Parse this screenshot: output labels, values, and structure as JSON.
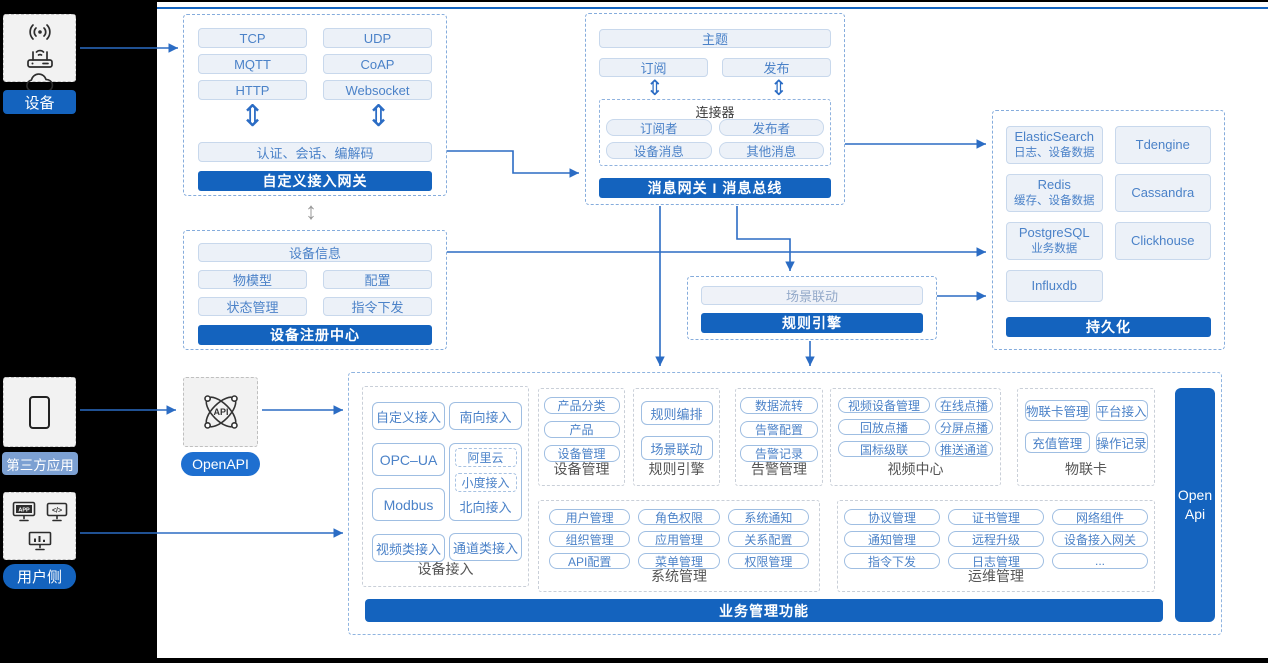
{
  "palette": {
    "accent_blue": "#1463BE",
    "arrow_blue": "#2B6CC4",
    "item_text_blue": "#4B82C8",
    "light_fill": "#ECF1F8",
    "src_pill_light": "#7CA0D2"
  },
  "icons": {
    "ud_double": "⇕",
    "ud": "↕"
  },
  "sources": [
    {
      "label": "设备"
    },
    {
      "label": "第三方应用"
    },
    {
      "label": "用户侧"
    }
  ],
  "gateway": {
    "protocols": [
      "TCP",
      "UDP",
      "MQTT",
      "CoAP",
      "HTTP",
      "Websocket"
    ],
    "session": "认证、会话、编解码",
    "title": "自定义接入网关"
  },
  "mbus": {
    "topic": "主题",
    "sub": "订阅",
    "pub": "发布",
    "conn_title": "连接器",
    "conn": [
      "订阅者",
      "发布者",
      "设备消息",
      "其他消息"
    ],
    "title": "消息网关 I 消息总线"
  },
  "persist": {
    "title": "持久化",
    "stores": [
      {
        "name": "ElasticSearch",
        "desc": "日志、设备数据"
      },
      {
        "name": "Tdengine",
        "desc": ""
      },
      {
        "name": "Redis",
        "desc": "缓存、设备数据"
      },
      {
        "name": "Cassandra",
        "desc": ""
      },
      {
        "name": "PostgreSQL",
        "desc": "业务数据"
      },
      {
        "name": "Clickhouse",
        "desc": ""
      },
      {
        "name": "Influxdb",
        "desc": ""
      }
    ]
  },
  "registry": {
    "wide": "设备信息",
    "cells": [
      "物模型",
      "配置",
      "状态管理",
      "指令下发"
    ],
    "title": "设备注册中心"
  },
  "rule": {
    "item": "场景联动",
    "title": "规则引擎"
  },
  "openapi": {
    "label": "OpenAPI"
  },
  "biz": {
    "bar": "业务管理功能",
    "open": [
      "Open",
      "Api"
    ],
    "da": {
      "label": "设备接入",
      "left": [
        "自定义接入",
        "OPC–UA",
        "Modbus",
        "视频类接入"
      ],
      "right_top": "南向接入",
      "north": [
        "阿里云",
        "小度接入"
      ],
      "north_label": "北向接入",
      "right_bottom": "通道类接入"
    },
    "groups": [
      {
        "label": "设备管理",
        "items": [
          "产品分类",
          "产品",
          "设备管理"
        ]
      },
      {
        "label": "规则引擎",
        "items": [
          "规则编排",
          "场景联动"
        ]
      },
      {
        "label": "告警管理",
        "items": [
          "数据流转",
          "告警配置",
          "告警记录"
        ]
      },
      {
        "label": "视频中心",
        "items": [
          "视频设备管理",
          "在线点播",
          "回放点播",
          "分屏点播",
          "国标级联",
          "推送通道"
        ]
      },
      {
        "label": "物联卡",
        "items": [
          "物联卡管理",
          "平台接入",
          "充值管理",
          "操作记录"
        ]
      },
      {
        "label": "系统管理",
        "items": [
          "用户管理",
          "角色权限",
          "系统通知",
          "组织管理",
          "应用管理",
          "关系配置",
          "API配置",
          "菜单管理",
          "权限管理"
        ]
      },
      {
        "label": "运维管理",
        "items": [
          "协议管理",
          "证书管理",
          "网络组件",
          "通知管理",
          "远程升级",
          "设备接入网关",
          "指令下发",
          "日志管理",
          "..."
        ]
      }
    ]
  }
}
